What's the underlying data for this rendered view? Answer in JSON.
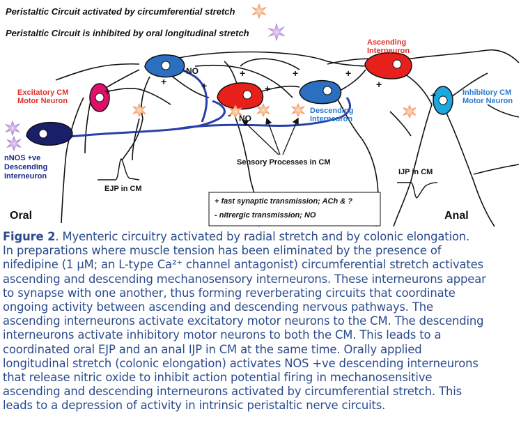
{
  "legend": {
    "stretch_circumferential": "Peristaltic Circuit activated by circumferential stretch",
    "stretch_longitudinal": "Peristaltic Circuit is inhibited by oral longitudinal stretch"
  },
  "labels": {
    "ascending_interneuron": [
      "Ascending",
      "Interneuron"
    ],
    "excitatory_motor": [
      "Excitatory CM",
      "Motor Neuron"
    ],
    "inhibitory_motor": [
      "Inhibitory CM",
      "Motor Neuron"
    ],
    "descending_interneuron": [
      "Descending",
      "Interneuron"
    ],
    "nnos": [
      "nNOS +ve",
      "Descending",
      "Interneuron"
    ],
    "sensory_processes": "Sensory Processes in CM",
    "ejp": "EJP in CM",
    "ijp": "IJP in CM",
    "oral": "Oral",
    "anal": "Anal",
    "no_upper": "-NO",
    "no_lower": "NO",
    "plus": "+",
    "minus": "-"
  },
  "key": {
    "fast": "+ fast synaptic transmission; ACh & ?",
    "nitrergic": "-  nitrergic transmission; NO"
  },
  "colors": {
    "orange_burst": "#f4a070",
    "purple_burst": "#b98ad8",
    "red_neuron": "#e8201c",
    "blue_neuron": "#2a6fc0",
    "pink_neuron": "#e0106a",
    "cyan_neuron": "#1aa8e0",
    "navy_neuron": "#1a1f6a",
    "nos_fiber": "#2a3fa8",
    "caption_text": "#2a4b8d",
    "label_red": "#e0302a",
    "label_blue": "#2a7ad0"
  },
  "caption": {
    "figure_label": "Figure 2",
    "lines": [
      ". Myenteric circuitry activated by radial stretch and by colonic elongation.",
      "In preparations where muscle tension has been eliminated by the presence of",
      "nifedipine (1 μM; an L-type Ca²⁺ channel antagonist) circumferential stretch activates",
      "ascending and descending mechanosensory interneurons. These interneurons appear",
      "to synapse with one another, thus forming reverberating circuits that coordinate",
      "ongoing activity between ascending and descending nervous pathways. The",
      "ascending interneurons activate excitatory motor neurons to the CM. The descending",
      "interneurons activate inhibitory motor neurons to both the CM.  This leads to a",
      "coordinated oral EJP and an anal IJP in CM at the same time.  Orally applied",
      "longitudinal stretch (colonic elongation) activates NOS +ve descending interneurons",
      "that release nitric oxide to inhibit action potential firing in mechanosensitive",
      "ascending and descending interneurons activated by circumferential stretch. This",
      "leads to a depression of activity in intrinsic peristaltic nerve circuits."
    ]
  }
}
